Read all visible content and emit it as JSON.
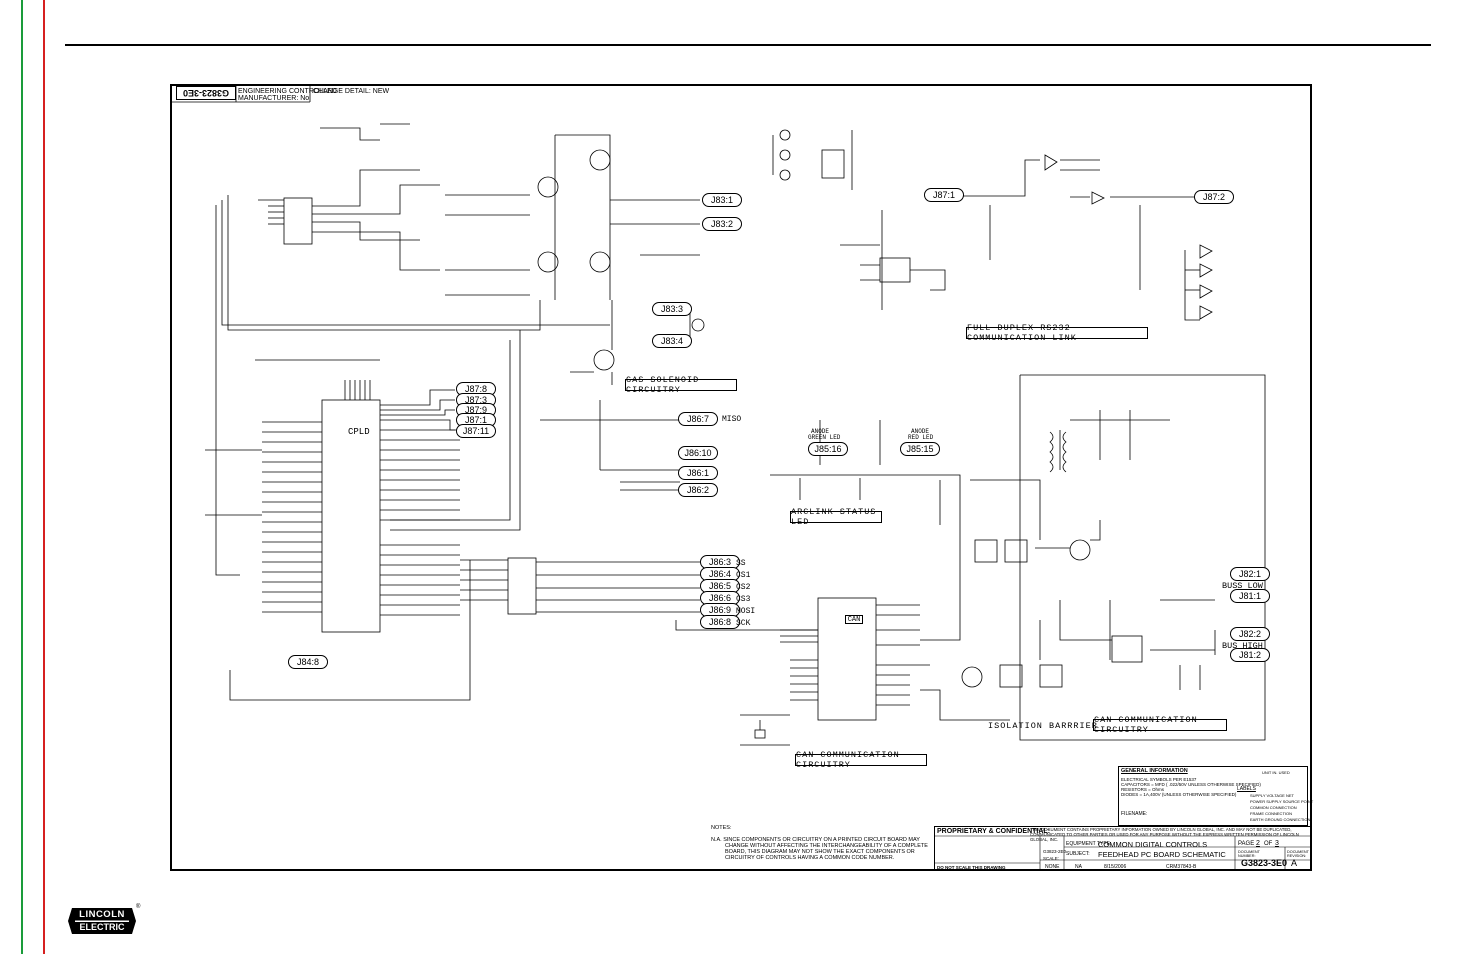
{
  "colors": {
    "left_rule_green": "#1a9c3a",
    "left_rule_red": "#d62020",
    "ink": "#000000"
  },
  "sheet_header": {
    "drawing_number_rotated": "G3823-3E0",
    "engineering_controlled": "ENGINEERING CONTROLLED",
    "manufacturer": "MANUFACTURER:  No",
    "change_detail": "CHANGE DETAIL: NEW"
  },
  "section_labels": {
    "gas_solenoid": "GAS SOLENOID CIRCUITRY",
    "full_duplex": "FULL DUPLEX RS232 COMMUNICATION LINK",
    "arclink": "ARCLINK STATUS LED",
    "can_comm_left": "CAN COMMUNICATION CIRCUITRY",
    "can_comm_right": "CAN COMMUNICATION CIRCUITRY",
    "isolation": "ISOLATION  BARRRIER"
  },
  "chips": {
    "cpld": "CPLD",
    "can": "CAN"
  },
  "connectors": {
    "j83_1": "J83:1",
    "j83_2": "J83:2",
    "j83_3": "J83:3",
    "j83_4": "J83:4",
    "j87_1a": "J87:1",
    "j87_2": "J87:2",
    "j87_8": "J87:8",
    "j87_3": "J87:3",
    "j87_9": "J87:9",
    "j87_1b": "J87:1",
    "j87_11": "J87:11",
    "j86_7": "J86:7",
    "j86_10": "J86:10",
    "j86_1": "J86:1",
    "j86_2": "J86:2",
    "j85_16": "J85:16",
    "j85_15": "J85:15",
    "j86_3": "J86:3",
    "j86_4": "J86:4",
    "j86_5": "J86:5",
    "j86_6": "J86:6",
    "j86_9": "J86:9",
    "j86_8": "J86:8",
    "j84_8": "J84:8",
    "j82_1": "J82:1",
    "j81_1": "J81:1",
    "j82_2": "J82:2",
    "j81_2": "J81:2"
  },
  "pin_names": {
    "miso": "MISO",
    "ss": "SS",
    "cs1": "CS1",
    "cs2": "CS2",
    "cs3": "CS3",
    "mosi": "MOSI",
    "sck": "SCK",
    "buss_low": "BUSS LOW",
    "bus_high": "BUS HIGH"
  },
  "small_labels": {
    "green_led": "GREEN LED",
    "red_led": "RED LED",
    "anode": "ANODE"
  },
  "general_info": {
    "title": "GENERAL INFORMATION",
    "line1": "ELECTRICAL SYMBOLS PER E1537",
    "line2": "CAPACITORS =  MFD  ( .022/50V UNLESS OTHERWISE SPECIFIED)",
    "line3": "RESISTORS = Ohms",
    "line4": "DIODES =  1A,400V  (UNLESS OTHERWISE SPECIFIED)",
    "labels": "LABELS",
    "filename": "FILENAME:"
  },
  "legend": {
    "unit_label": "UNIT IN. USED",
    "supply_voltage": "SUPPLY VOLTAGE NET",
    "power_supply": "POWER SUPPLY SOURCE POINT",
    "common": "COMMON CONNECTION",
    "frame": "FRAME CONNECTION",
    "earth": "EARTH GROUND CONNECTION"
  },
  "notes": {
    "title": "NOTES:",
    "na": "N.A.  SINCE COMPONENTS OR CIRCUITRY ON A PRINTED CIRCUIT BOARD MAY",
    "l2": "CHANGE WITHOUT AFFECTING THE INTERCHANGEABILITY OF A COMPLETE",
    "l3": "BOARD, THIS DIAGRAM MAY NOT SHOW THE EXACT COMPONENTS OR",
    "l4": "CIRCUITRY OF CONTROLS HAVING A COMMON CODE NUMBER."
  },
  "title_block": {
    "proprietary": "PROPRIETARY & CONFIDENTIAL:",
    "proprietary_text": "THIS DOCUMENT CONTAINS PROPRIETARY INFORMATION OWNED BY LINCOLN GLOBAL, INC. AND MAY NOT BE DUPLICATED, COMMUNICATED TO OTHER PARTIES OR USED FOR ANY PURPOSE WITHOUT THE EXPRESS WRITTEN PERMISSION OF LINCOLN GLOBAL, INC.",
    "equipment_type_label": "EQUIPMENT TYPE:",
    "equipment_type": "COMMON DIGITAL CONTROLS",
    "subject_label": "SUBJECT:",
    "subject": "FEEDHEAD PC BOARD SCHEMATIC",
    "page_label": "PAGE",
    "page": "2",
    "of_label": "OF",
    "of": "3",
    "document_number_label": "DOCUMENT NUMBER:",
    "document_number": "G3823-3E0",
    "revision_label": "DOCUMENT REVISION:",
    "revision": "A",
    "scale_label": "SCALE:",
    "scale": "NONE",
    "date": "8/15/2006",
    "reference": "G3823-2E0",
    "material": "NA",
    "drawn_by": "CRM37843-B",
    "approved": "",
    "do_not_scale": "DO NOT SCALE THIS DRAWING"
  },
  "logo": {
    "line1": "LINCOLN",
    "line2": "ELECTRIC"
  }
}
